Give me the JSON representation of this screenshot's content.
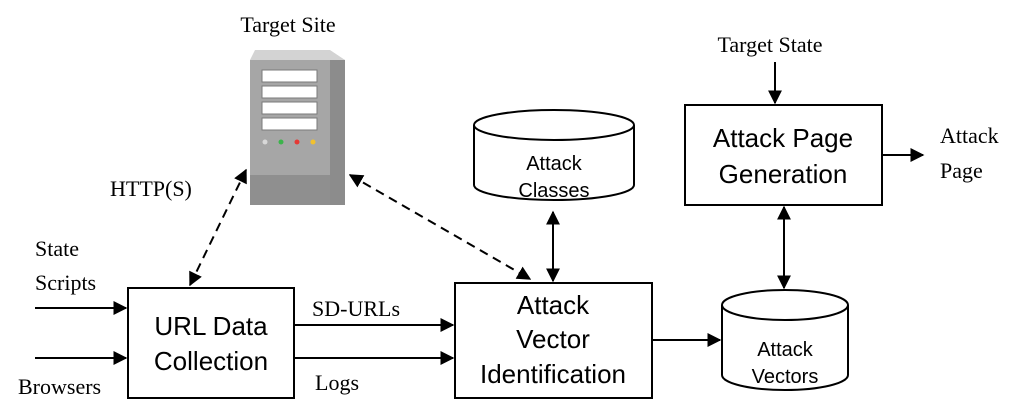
{
  "labels": {
    "target_site": "Target Site",
    "http": "HTTP(S)",
    "state_scripts_1": "State",
    "state_scripts_2": "Scripts",
    "browsers": "Browsers",
    "sd_urls": "SD-URLs",
    "logs": "Logs",
    "target_state": "Target State",
    "attack_page_1": "Attack",
    "attack_page_2": "Page"
  },
  "boxes": {
    "url_data_collection": [
      "URL Data",
      "Collection"
    ],
    "attack_vector_identification": [
      "Attack",
      "Vector",
      "Identification"
    ],
    "attack_page_generation": [
      "Attack Page",
      "Generation"
    ]
  },
  "databases": {
    "attack_classes": [
      "Attack",
      "Classes"
    ],
    "attack_vectors": [
      "Attack",
      "Vectors"
    ]
  },
  "colors": {
    "server_body": "#9a9a9a",
    "server_top": "#c8c8c8",
    "led_green": "#3cb44b",
    "led_red": "#e53935",
    "led_yellow": "#f2c12e"
  }
}
